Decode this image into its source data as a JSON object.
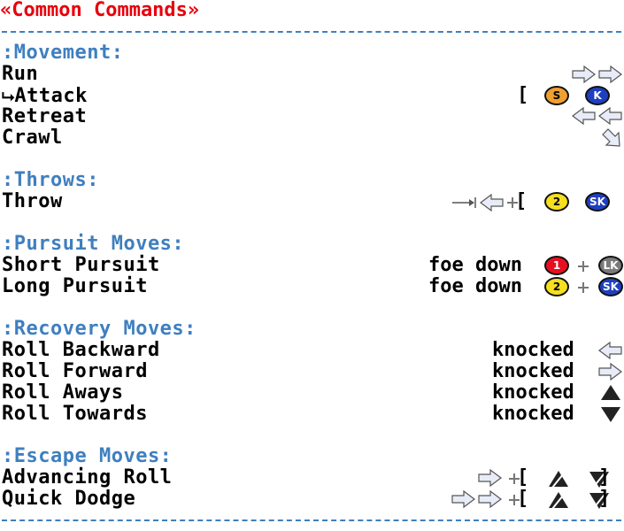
{
  "title": "«Common Commands»",
  "sections": {
    "movement": {
      "heading": ":Movement:",
      "rows": [
        {
          "name": "Run",
          "sub": ""
        },
        {
          "name": "Attack",
          "sub": "⮡"
        },
        {
          "name": "Retreat",
          "sub": ""
        },
        {
          "name": "Crawl",
          "sub": ""
        }
      ]
    },
    "throws": {
      "heading": ":Throws:",
      "rows": [
        {
          "name": "Throw"
        }
      ]
    },
    "pursuit": {
      "heading": ":Pursuit Moves:",
      "rows": [
        {
          "name": "Short Pursuit",
          "cond": "foe down"
        },
        {
          "name": "Long Pursuit",
          "cond": "foe down"
        }
      ]
    },
    "recovery": {
      "heading": ":Recovery Moves:",
      "rows": [
        {
          "name": "Roll Backward",
          "cond": "knocked"
        },
        {
          "name": "Roll Forward",
          "cond": "knocked"
        },
        {
          "name": "Roll Aways",
          "cond": "knocked"
        },
        {
          "name": "Roll Towards",
          "cond": "knocked"
        }
      ]
    },
    "escape": {
      "heading": ":Escape Moves:",
      "rows": [
        {
          "name": "Advancing Roll"
        },
        {
          "name": "Quick Dodge"
        }
      ]
    }
  },
  "buttons": {
    "s_slash": "S",
    "k": "K",
    "two": "2",
    "sk": "SK",
    "one": "1",
    "lk": "LK",
    "bracket_open": "[",
    "bracket_close": "]"
  },
  "colors": {
    "title": "#e8000b",
    "heading": "#3f7fbf",
    "orange_btn": "#f0a030",
    "blue_btn": "#1f3fbf",
    "yellow_btn": "#f5e020",
    "red_btn": "#e81020",
    "gray_btn": "#7a7a7a"
  }
}
